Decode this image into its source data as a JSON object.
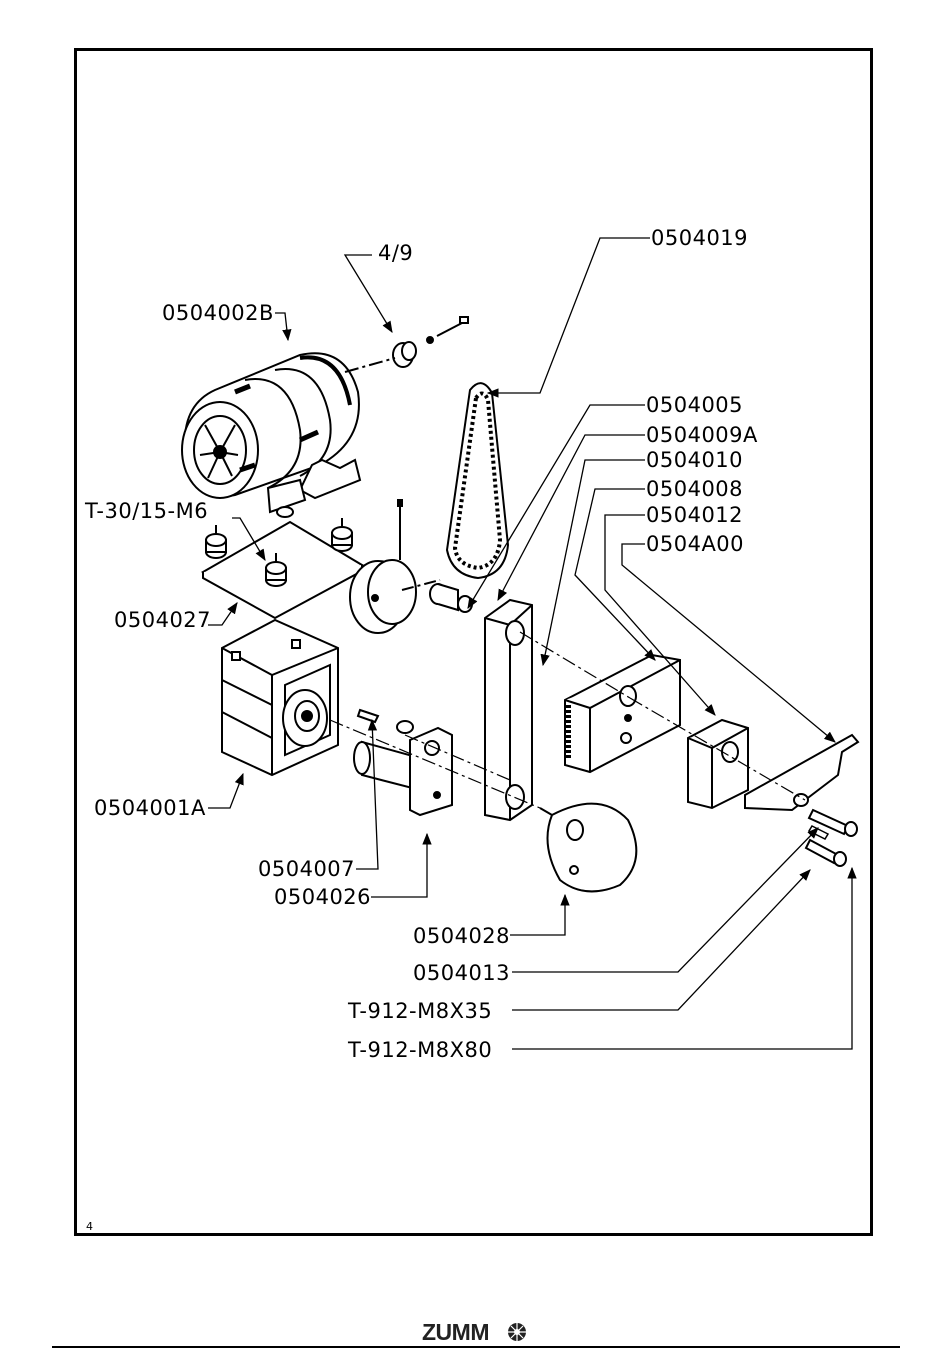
{
  "diagram": {
    "parts": {
      "p_4_9": "4/9",
      "p_0504019": "0504019",
      "p_0504002B": "0504002B",
      "p_0504005": "0504005",
      "p_0504009A": "0504009A",
      "p_0504010": "0504010",
      "p_0504008": "0504008",
      "p_0504012": "0504012",
      "p_0504A00": "0504A00",
      "p_T30": "T-30/15-M6",
      "p_0504027": "0504027",
      "p_0504001A": "0504001A",
      "p_0504007": "0504007",
      "p_0504026": "0504026",
      "p_0504028": "0504028",
      "p_0504013": "0504013",
      "p_T912_35": "T-912-M8X35",
      "p_T912_80": "T-912-M8X80"
    }
  },
  "page_number": "4",
  "brand": "ZUMMO"
}
